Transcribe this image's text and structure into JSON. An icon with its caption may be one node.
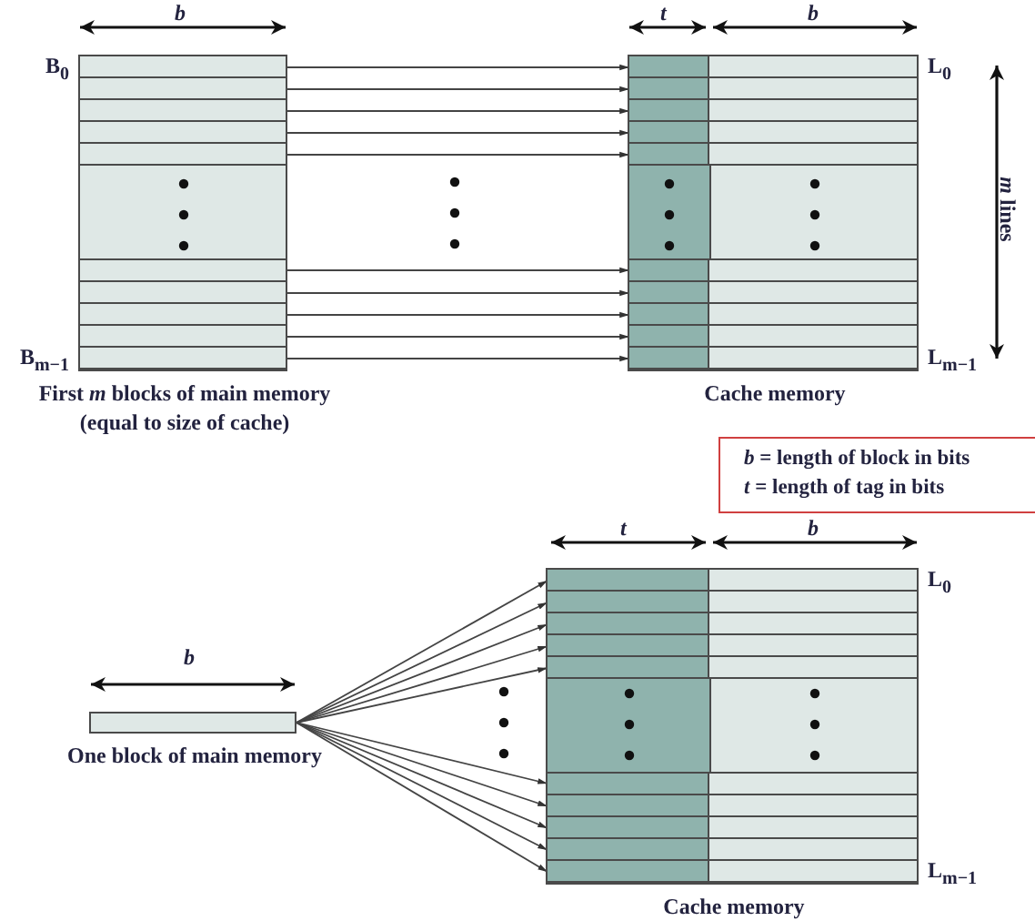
{
  "diagram": {
    "nodes": [
      {
        "text": [
          "First *m* blocks of main memory (equal to size of cache)"
        ]
      },
      {
        "text": [],
        "shape": "bar",
        "in": 0,
        "beside": [
          "B$_{0}$"
        ]
      },
      {
        "text": [],
        "shape": "bar",
        "in": 0
      },
      {
        "text": [],
        "shape": "bar",
        "in": 0
      },
      {
        "text": [],
        "shape": "bar",
        "in": 0
      },
      {
        "text": [],
        "shape": "bar",
        "in": 0
      },
      {
        "text": [],
        "shape": "bar",
        "in": 0
      },
      {
        "text": [],
        "shape": "bar",
        "in": 0
      },
      {
        "text": [],
        "shape": "bar",
        "in": 0
      },
      {
        "text": [],
        "shape": "bar",
        "in": 0
      },
      {
        "text": [],
        "shape": "bar",
        "in": 0,
        "beside": [
          "B$_{m−1}$"
        ]
      },
      {
        "text": [
          "Cache memory"
        ]
      },
      {
        "text": [],
        "shape": "bar",
        "in": 11,
        "beside": [
          "L$_{0}$"
        ]
      },
      {
        "text": [],
        "shape": "bar",
        "in": 11
      },
      {
        "text": [],
        "shape": "bar",
        "in": 11
      },
      {
        "text": [],
        "shape": "bar",
        "in": 11
      },
      {
        "text": [],
        "shape": "bar",
        "in": 11
      },
      {
        "text": [],
        "shape": "bar",
        "in": 11
      },
      {
        "text": [],
        "shape": "bar",
        "in": 11
      },
      {
        "text": [],
        "shape": "bar",
        "in": 11
      },
      {
        "text": [],
        "shape": "bar",
        "in": 11
      },
      {
        "text": [],
        "shape": "bar",
        "in": 11,
        "beside": [
          "L$_{m−1}$"
        ]
      },
      {
        "text": [
          "One block of main memory"
        ]
      },
      {
        "text": [
          "Cache memory"
        ]
      },
      {
        "text": [],
        "shape": "bar",
        "in": 23,
        "beside": [
          "L$_{0}$"
        ]
      },
      {
        "text": [],
        "shape": "bar",
        "in": 23
      },
      {
        "text": [],
        "shape": "bar",
        "in": 23
      },
      {
        "text": [],
        "shape": "bar",
        "in": 23
      },
      {
        "text": [],
        "shape": "bar",
        "in": 23
      },
      {
        "text": [],
        "shape": "bar",
        "in": 23
      },
      {
        "text": [],
        "shape": "bar",
        "in": 23
      },
      {
        "text": [],
        "shape": "bar",
        "in": 23
      },
      {
        "text": [],
        "shape": "bar",
        "in": 23
      },
      {
        "text": [],
        "shape": "bar",
        "in": 23,
        "beside": [
          "L$_{m−1}$"
        ]
      }
    ],
    "edges": [
      {
        "from": 1,
        "to": 12,
        "arrow": "to"
      },
      {
        "from": 2,
        "to": 13,
        "arrow": "to"
      },
      {
        "from": 3,
        "to": 14,
        "arrow": "to"
      },
      {
        "from": 4,
        "to": 15,
        "arrow": "to"
      },
      {
        "from": 5,
        "to": 16,
        "arrow": "to"
      },
      {
        "from": 6,
        "to": 17,
        "arrow": "to"
      },
      {
        "from": 7,
        "to": 18,
        "arrow": "to"
      },
      {
        "from": 8,
        "to": 19,
        "arrow": "to"
      },
      {
        "from": 9,
        "to": 20,
        "arrow": "to"
      },
      {
        "from": 10,
        "to": 21,
        "arrow": "to"
      },
      {
        "from": 22,
        "to": 24,
        "arrow": "to"
      },
      {
        "from": 22,
        "to": 25,
        "arrow": "to"
      },
      {
        "from": 22,
        "to": 26,
        "arrow": "to"
      },
      {
        "from": 22,
        "to": 27,
        "arrow": "to"
      },
      {
        "from": 22,
        "to": 28,
        "arrow": "to"
      },
      {
        "from": 22,
        "to": 29,
        "arrow": "to"
      },
      {
        "from": 22,
        "to": 30,
        "arrow": "to"
      },
      {
        "from": 22,
        "to": 31,
        "arrow": "to"
      },
      {
        "from": 22,
        "to": 32,
        "arrow": "to"
      },
      {
        "from": 22,
        "to": 33,
        "arrow": "to"
      }
    ],
    "labels": [
      "*b*",
      "*t*",
      "*b*",
      "*m* lines",
      "*b* = length of block in bits",
      "*t* = length of tag in bits",
      "*t*",
      "*b*",
      "*b*"
    ]
  }
}
